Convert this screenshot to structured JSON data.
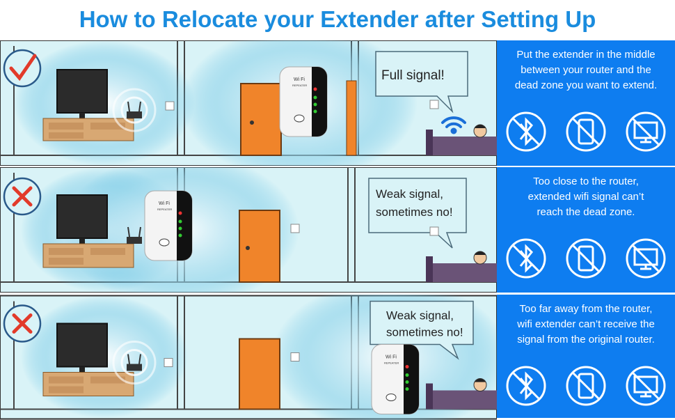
{
  "title": "How to Relocate your Extender after Setting Up",
  "rows": [
    {
      "status": "correct",
      "bubble_lines": [
        "Full signal!"
      ],
      "panel_lines": [
        "Put the extender in the middle",
        "between your router and the",
        "dead zone you want to extend."
      ],
      "device_brand": "Wi Fi",
      "device_model": "REPEATER"
    },
    {
      "status": "wrong",
      "bubble_lines": [
        "Weak signal,",
        "sometimes no!"
      ],
      "panel_lines": [
        "Too close to the router,",
        "extended wifi signal can’t",
        "reach the dead zone."
      ],
      "device_brand": "Wi Fi",
      "device_model": "REPEATER"
    },
    {
      "status": "wrong",
      "bubble_lines": [
        "Weak signal,",
        "sometimes no!"
      ],
      "panel_lines": [
        "Too far away from the router,",
        "wifi extender can’t receive the",
        "signal from the original router."
      ],
      "device_brand": "Wi Fi",
      "device_model": "REPEATER"
    }
  ],
  "icons": [
    "bluetooth-icon",
    "phone-icon",
    "monitor-icon"
  ],
  "colors": {
    "title": "#1a8cde",
    "panel": "#0e7df0",
    "room_bg": "#d9f3f7",
    "door": "#f0842a",
    "cabinet": "#d8a873",
    "bed": "#6a5377",
    "check": "#e23a2a"
  }
}
